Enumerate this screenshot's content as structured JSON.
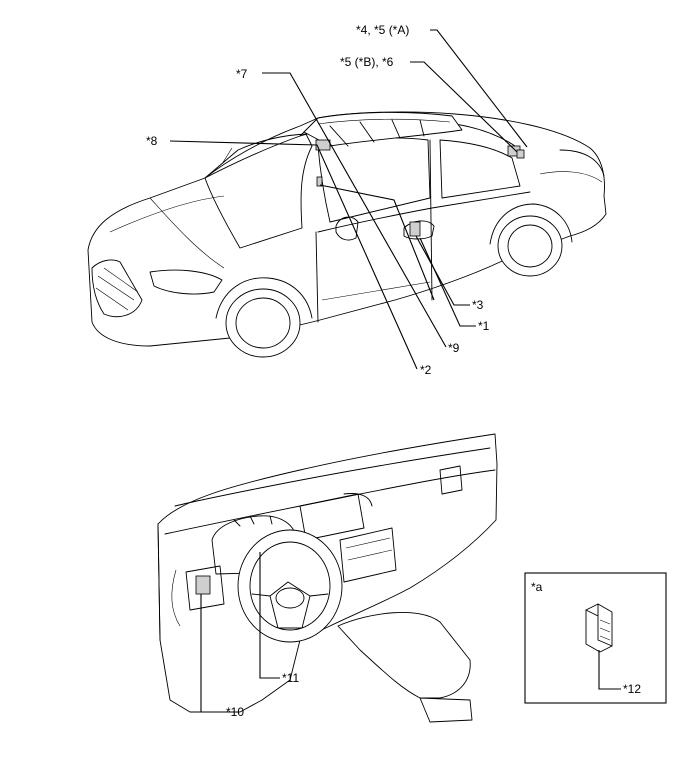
{
  "callouts": {
    "c1": "*1",
    "c2": "*2",
    "c3": "*3",
    "c4_5a": "*4, *5 (*A)",
    "c5b_6": "*5 (*B), *6",
    "c7": "*7",
    "c8": "*8",
    "c9": "*9",
    "c10": "*10",
    "c11": "*11",
    "c12": "*12"
  },
  "inset": {
    "label": "*a"
  }
}
